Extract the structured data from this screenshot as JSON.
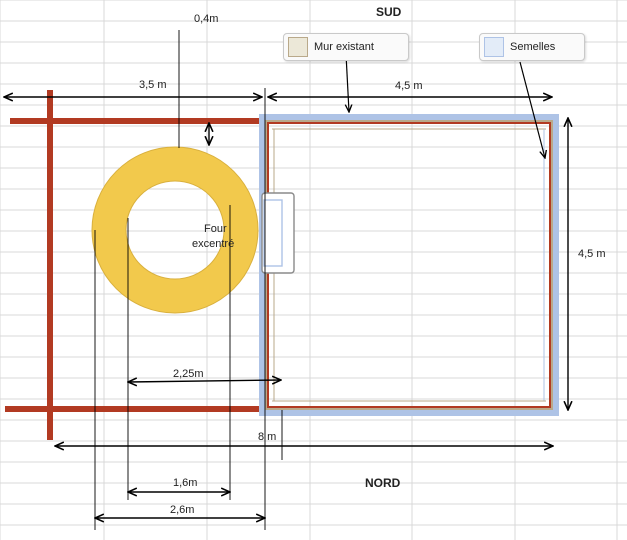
{
  "colors": {
    "grid": "#d9d9d9",
    "wall": "#b23a22",
    "wall_existing": "#b9a98a",
    "footing": "#aec3e6",
    "oven": "#f2c94c",
    "dim": "#000000"
  },
  "headers": {
    "south": "SUD",
    "north": "NORD"
  },
  "legend": {
    "existing_wall": "Mur existant",
    "footings": "Semelles"
  },
  "oven": {
    "label_line1": "Four",
    "label_line2": "excentré"
  },
  "dimensions": {
    "top_04": "0,4m",
    "left_35": "3,5 m",
    "top_45": "4,5 m",
    "right_45": "4,5 m",
    "mid_225": "2,25m",
    "total_8": "8 m",
    "inner_16": "1,6m",
    "outer_26": "2,6m"
  }
}
